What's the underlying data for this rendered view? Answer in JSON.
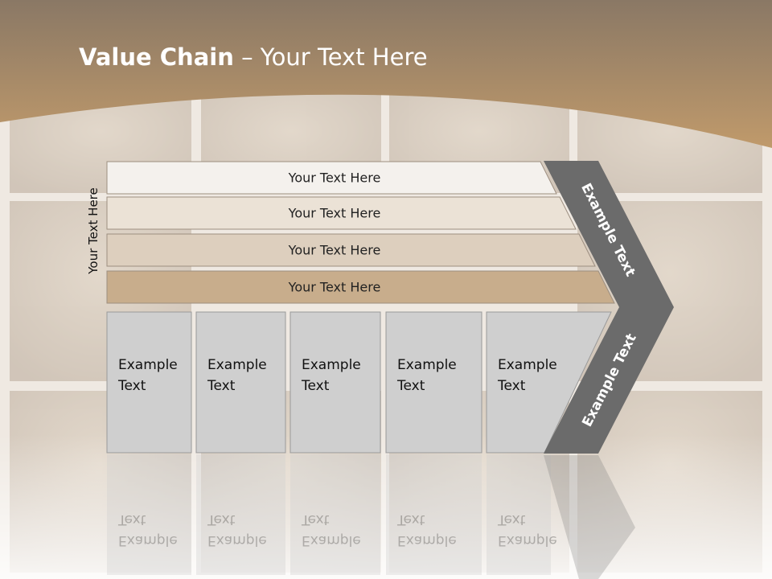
{
  "slide": {
    "title_bold": "Value Chain",
    "title_rest": " – Your Text Here",
    "side_label": "Your Text Here"
  },
  "rows": [
    {
      "label": "Your Text Here",
      "fill": "#f4f1ed"
    },
    {
      "label": "Your Text Here",
      "fill": "#ebe2d6"
    },
    {
      "label": "Your Text Here",
      "fill": "#ddcfbe"
    },
    {
      "label": "Your Text Here",
      "fill": "#c8ad8c"
    }
  ],
  "boxes": [
    {
      "line1": "Example",
      "line2": "Text"
    },
    {
      "line1": "Example",
      "line2": "Text"
    },
    {
      "line1": "Example",
      "line2": "Text"
    },
    {
      "line1": "Example",
      "line2": "Text"
    },
    {
      "line1": "Example",
      "line2": "Text"
    }
  ],
  "arrow": {
    "upper_label": "Example Text",
    "lower_label": "Example Text",
    "fill": "#6b6b6b"
  },
  "colors": {
    "header_top": "#8c7a66",
    "header_bottom": "#c29c6c",
    "box_fill": "#cfcfcf",
    "box_stroke": "#9a9a9a",
    "photo_panel": "#cbbfb3"
  }
}
